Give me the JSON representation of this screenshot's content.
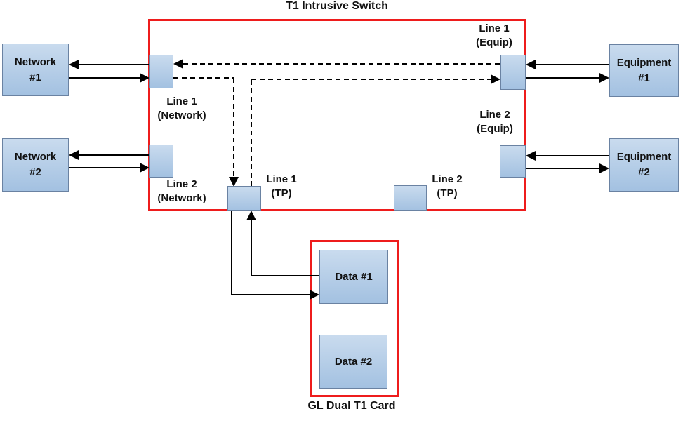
{
  "title": "T1 Intrusive Switch",
  "card": {
    "label": "GL Dual T1 Card"
  },
  "nodes": {
    "network1": "Network\n#1",
    "network2": "Network\n#2",
    "equipment1": "Equipment\n#1",
    "equipment2": "Equipment\n#2",
    "data1": "Data #1",
    "data2": "Data #2"
  },
  "ports": {
    "line1_network": "Line 1\n(Network)",
    "line2_network": "Line 2\n(Network)",
    "line1_tp": "Line 1\n(TP)",
    "line2_tp": "Line 2\n(TP)",
    "line1_equip": "Line 1\n(Equip)",
    "line2_equip": "Line 2\n(Equip)"
  },
  "colors": {
    "frame_red": "#ee1c1c",
    "node_fill_top": "#c9dbee",
    "node_fill_bottom": "#a3c1e1",
    "node_border": "#6a82a2",
    "line_black": "#000000"
  }
}
